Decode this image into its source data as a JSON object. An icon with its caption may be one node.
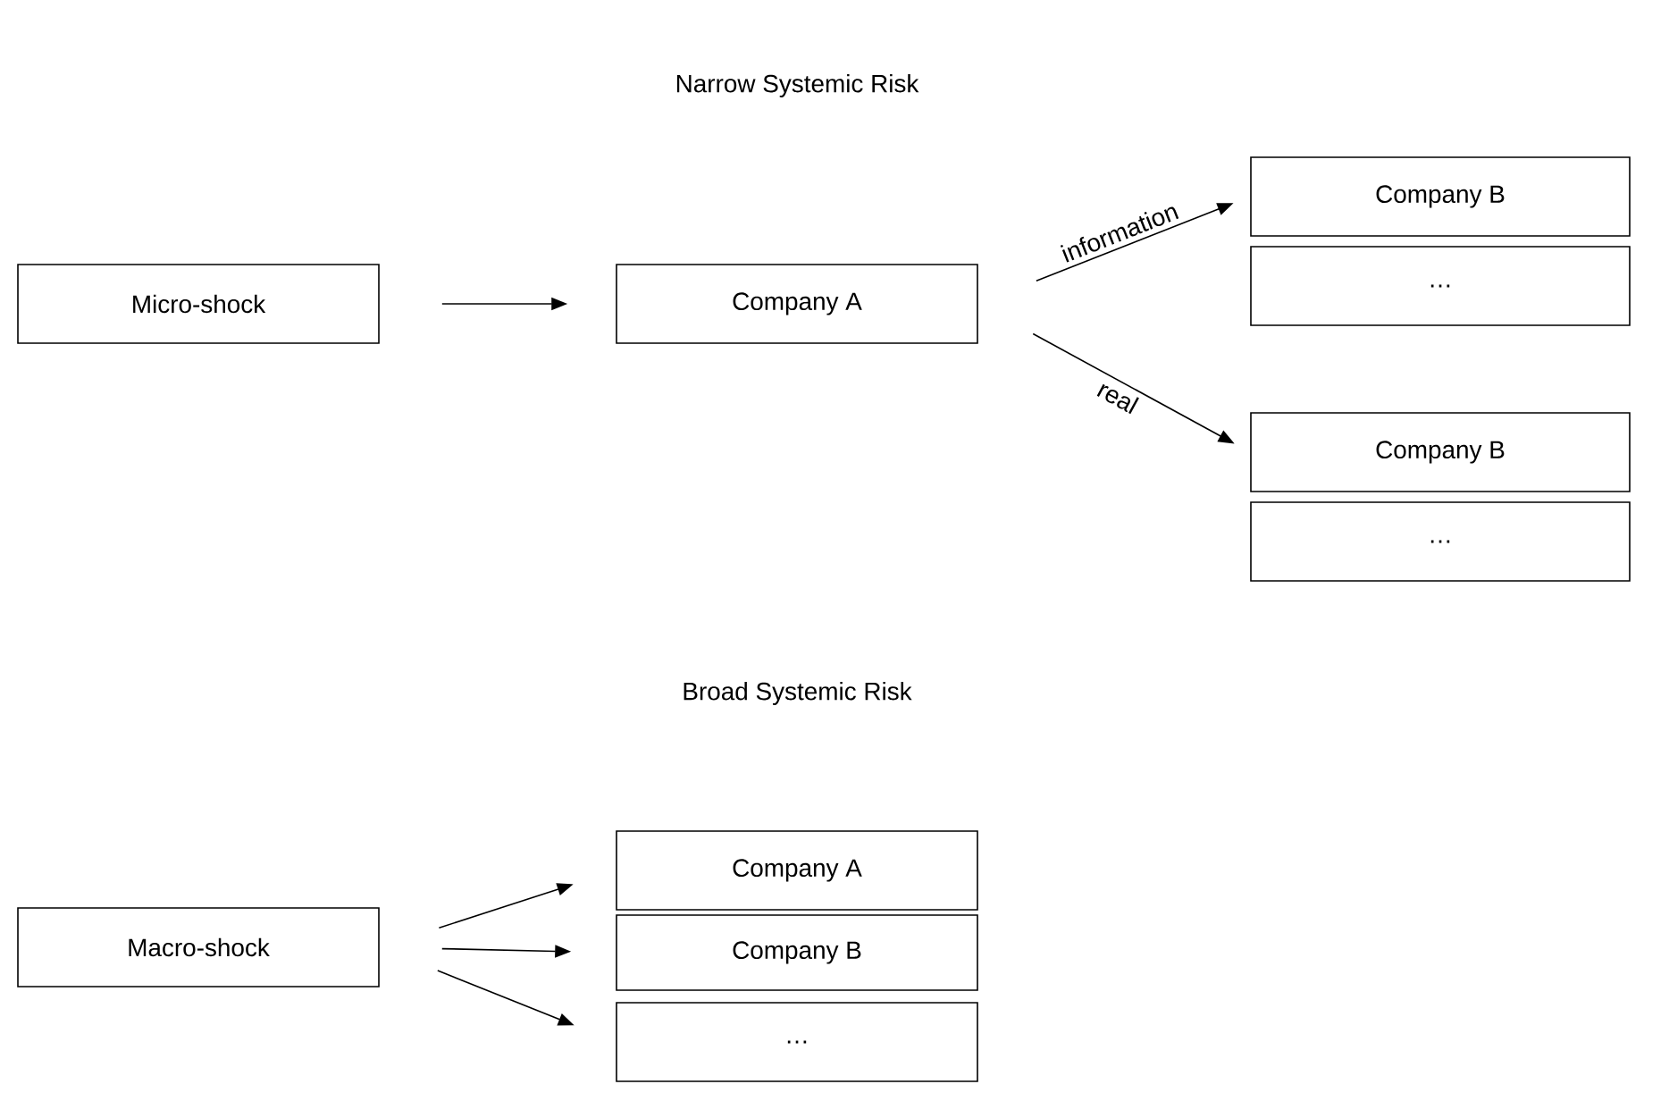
{
  "diagram": {
    "nodes": [
      {
        "text": [
          "Micro-shock"
        ]
      },
      {
        "text": [
          "Company A"
        ]
      },
      {
        "text": [
          "Company B"
        ]
      },
      {
        "text": [
          "…"
        ]
      },
      {
        "text": [
          "Company B"
        ]
      },
      {
        "text": [
          "…"
        ]
      },
      {
        "text": [
          "Macro-shock"
        ]
      },
      {
        "text": [
          "Company A"
        ]
      },
      {
        "text": [
          "Company B"
        ]
      },
      {
        "text": [
          "…"
        ]
      }
    ],
    "edges": [
      {
        "from": 0,
        "to": 1,
        "arrow": "to"
      },
      {
        "from": 1,
        "to": 2,
        "arrow": "to",
        "label": "information"
      },
      {
        "from": 1,
        "to": 4,
        "arrow": "to",
        "label": "real"
      },
      {
        "from": 6,
        "to": 7,
        "arrow": "to"
      },
      {
        "from": 6,
        "to": 8,
        "arrow": "to"
      },
      {
        "from": 6,
        "to": 9,
        "arrow": "to"
      }
    ],
    "labels": [
      "Narrow Systemic Risk",
      "Broad Systemic Risk"
    ]
  }
}
